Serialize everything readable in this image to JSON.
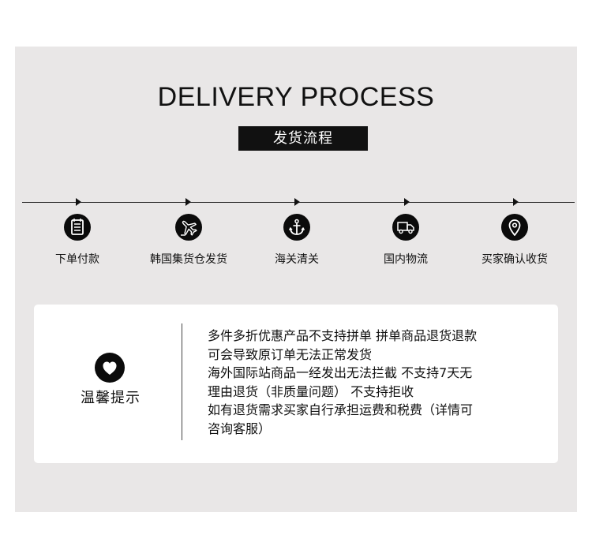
{
  "header": {
    "title": "DELIVERY PROCESS",
    "subtitle": "发货流程"
  },
  "steps": [
    {
      "label": "下单付款",
      "icon": "document-icon"
    },
    {
      "label": "韩国集货仓发货",
      "icon": "airplane-icon"
    },
    {
      "label": "海关清关",
      "icon": "anchor-icon"
    },
    {
      "label": "国内物流",
      "icon": "truck-icon"
    },
    {
      "label": "买家确认收货",
      "icon": "location-pin-icon"
    }
  ],
  "notice": {
    "icon": "heart-icon",
    "label": "温馨提示",
    "lines": [
      "多件多折优惠产品不支持拼单 拼单商品退货退款",
      "可会导致原订单无法正常发货",
      "海外国际站商品一经发出无法拦截 不支持7天无",
      "理由退货（非质量问题） 不支持拒收",
      "如有退货需求买家自行承担运费和税费（详情可",
      "咨询客服）"
    ]
  },
  "colors": {
    "panel_background": "#e9e7e7",
    "accent": "#111111",
    "card_background": "#ffffff"
  }
}
